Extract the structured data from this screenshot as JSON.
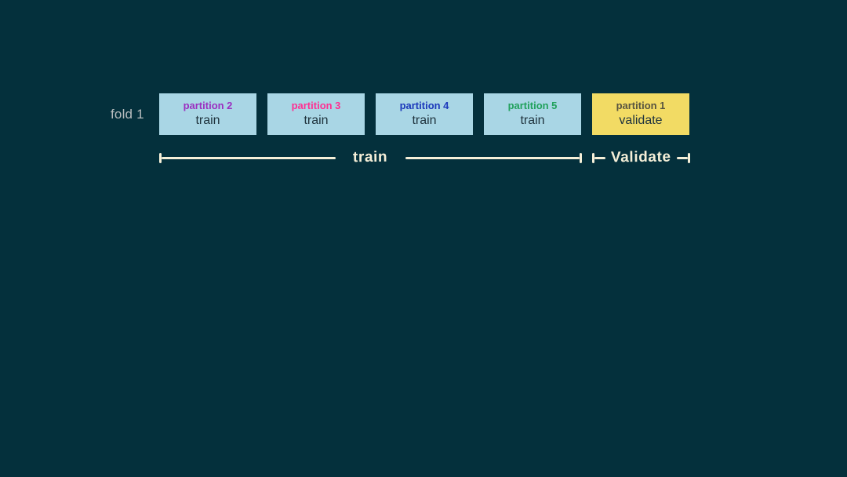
{
  "canvas": {
    "background": "#04303c"
  },
  "fold": {
    "label": "fold 1",
    "color": "#b7bcbe"
  },
  "partitions": [
    {
      "name": "partition 2",
      "role": "train",
      "name_color": "#9b2fc0",
      "role_color": "#20343e",
      "bg": "#a9d6e5"
    },
    {
      "name": "partition 3",
      "role": "train",
      "name_color": "#ff2f92",
      "role_color": "#20343e",
      "bg": "#a9d6e5"
    },
    {
      "name": "partition 4",
      "role": "train",
      "name_color": "#1c39bb",
      "role_color": "#20343e",
      "bg": "#a9d6e5"
    },
    {
      "name": "partition 5",
      "role": "train",
      "name_color": "#21a15c",
      "role_color": "#20343e",
      "bg": "#a9d6e5"
    },
    {
      "name": "partition 1",
      "role": "validate",
      "name_color": "#585440",
      "role_color": "#20343e",
      "bg": "#f2db64"
    }
  ],
  "brackets": {
    "train_label": "train",
    "validate_label": "Validate",
    "line_color": "#f5efd8"
  }
}
